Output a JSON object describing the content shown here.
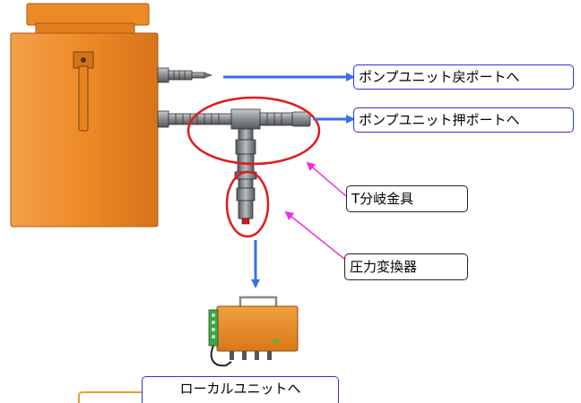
{
  "labels": {
    "return_port": "ポンプユニット戻ポートへ",
    "push_port": "ポンプユニット押ポートへ",
    "tee_fitting": "T分岐金具",
    "pressure_transducer": "圧力変換器",
    "local_unit": "ローカルユニットへ"
  },
  "colors": {
    "cylinder_body": "#ee8a26",
    "fitting_metal": "#8f9296",
    "flow_arrow": "#3a6fe8",
    "callout_arrow": "#ee2fd9",
    "highlight_circle": "#e01a1a",
    "callout_border_blue": "#2a36d6",
    "callout_border_dark": "#222222",
    "panel_green": "#3fa648"
  }
}
